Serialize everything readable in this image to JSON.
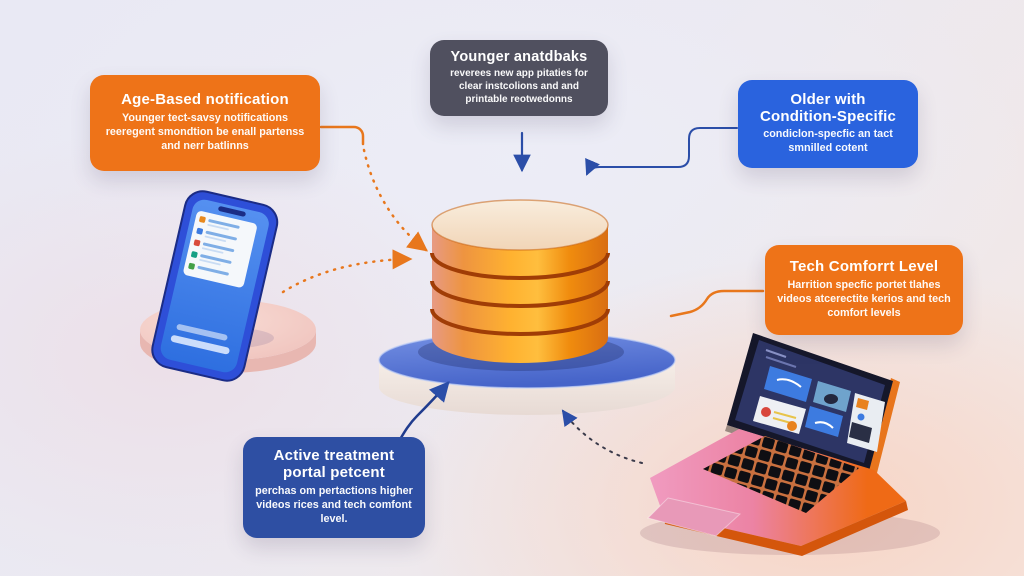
{
  "callouts": {
    "age_based": {
      "title": "Age-Based notification",
      "body": "Younger tect-savsy notifications reeregent smondtion be enall partenss and nerr batlinns",
      "color": "#EE7318"
    },
    "younger": {
      "title": "Younger anatdbaks",
      "body": "reverees new app pitaties for clear instcolions and and printable reotwedonns",
      "color": "#50505F"
    },
    "older": {
      "title": "Older with Condition-Specific",
      "body": "condiclon-specfic an tact smnilled cotent",
      "color": "#2A63DE"
    },
    "tech_comfort": {
      "title": "Tech Comforrt Level",
      "body": "Harrition specfic portet tlahes videos atcerectite kerios and tech comfort levels",
      "color": "#EE7318"
    },
    "active_treatment": {
      "title": "Active treatment portal petcent",
      "body": "perchas om pertactions higher videos rices and tech comfont level.",
      "color": "#2E4FA3"
    }
  },
  "devices": {
    "database": {
      "icon": "database-cylinder-icon"
    },
    "phone": {
      "icon": "smartphone-icon"
    },
    "laptop": {
      "icon": "laptop-icon"
    }
  },
  "colors": {
    "orange_box": "#EE7318",
    "dark_box": "#50505F",
    "blue_box": "#2A63DE",
    "navy_box": "#2E4FA3",
    "disc_blue": "#5377D6",
    "cylinder_orange": "#F59B13",
    "cylinder_top": "#F6E3CC",
    "connector_orange": "#E8771C",
    "connector_blue": "#2B4EA8",
    "phone_blue": "#2E4FD8",
    "laptop_orange": "#EE6A14",
    "laptop_pink": "#EC8FB8",
    "platform_pink": "#F2CCC5",
    "background": "#ECEAF2"
  }
}
